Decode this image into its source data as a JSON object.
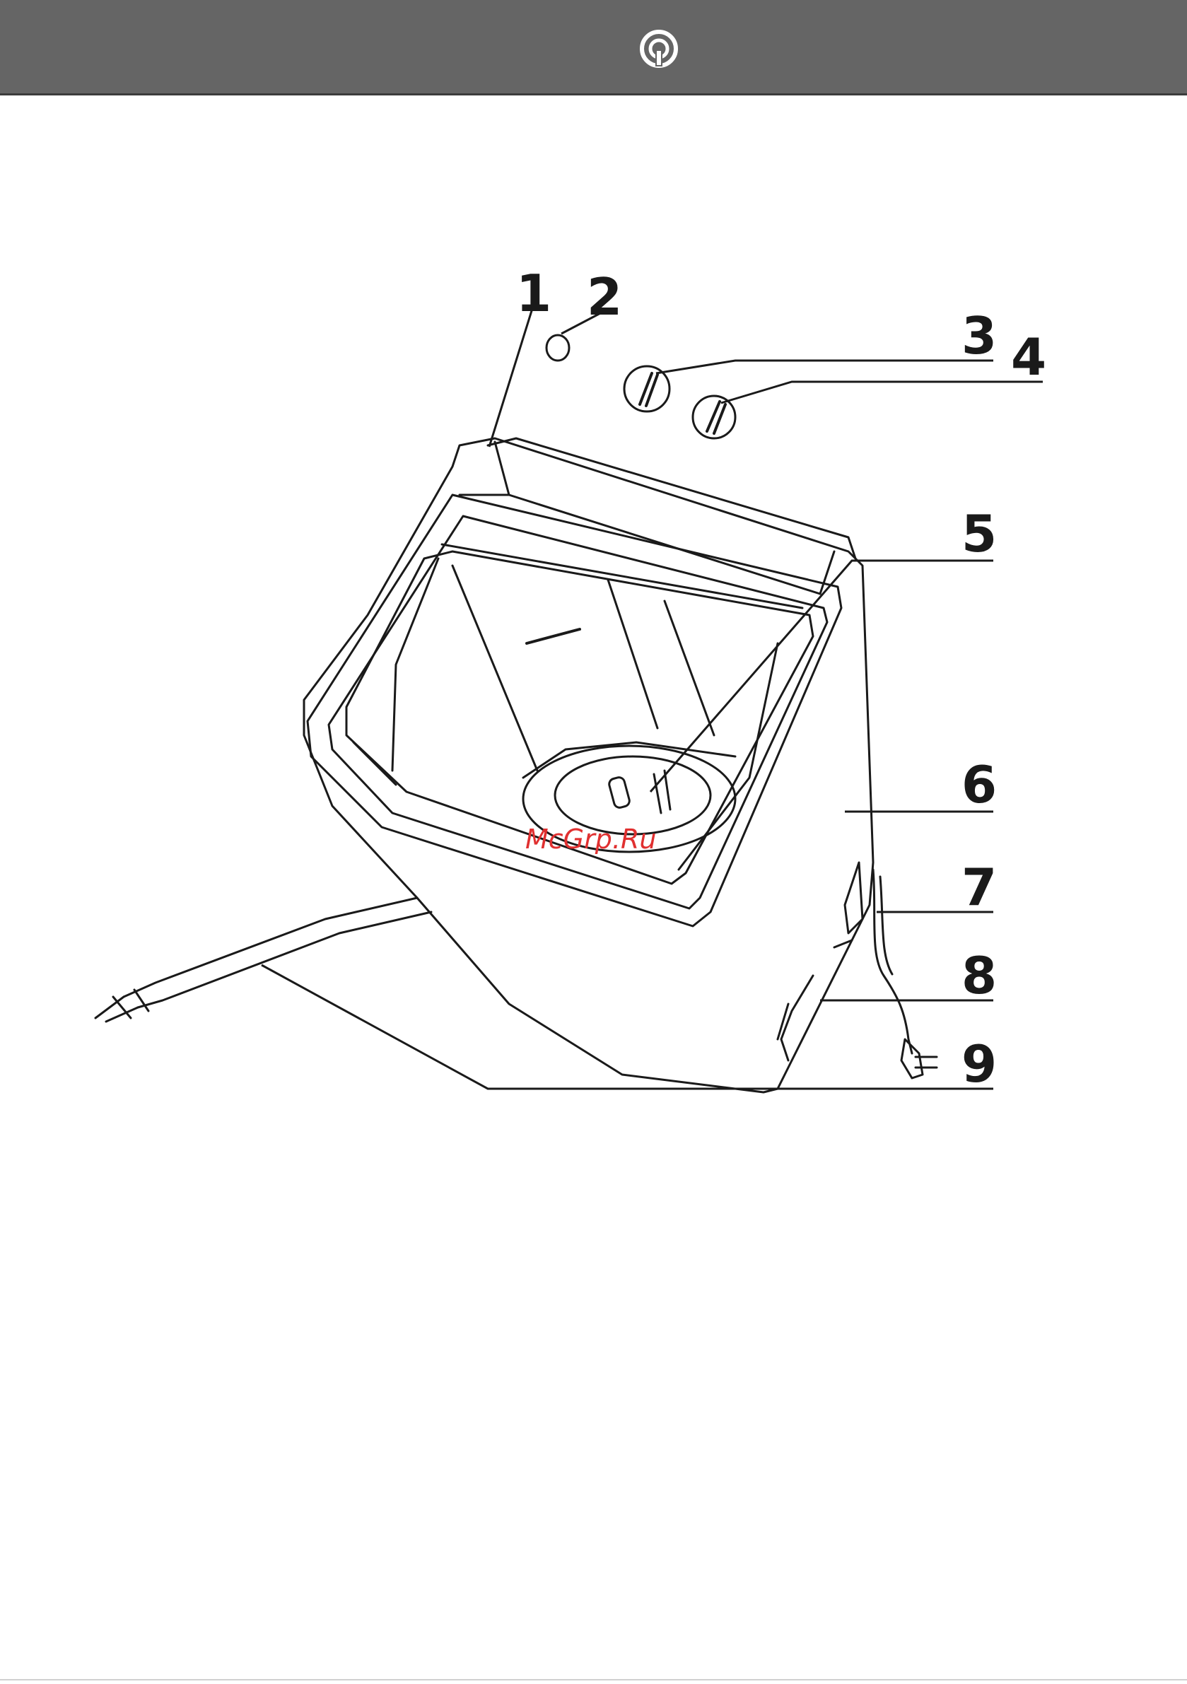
{
  "header": {
    "logo_icon": "brand-logo-icon",
    "background": "#656565"
  },
  "diagram": {
    "callouts": [
      {
        "label": "1"
      },
      {
        "label": "2"
      },
      {
        "label": "3"
      },
      {
        "label": "4"
      },
      {
        "label": "5"
      },
      {
        "label": "6"
      },
      {
        "label": "7"
      },
      {
        "label": "8"
      },
      {
        "label": "9"
      }
    ],
    "line_color": "#1a1a1a"
  },
  "watermark": {
    "text": "McGrp.Ru",
    "color": "#e03030"
  }
}
